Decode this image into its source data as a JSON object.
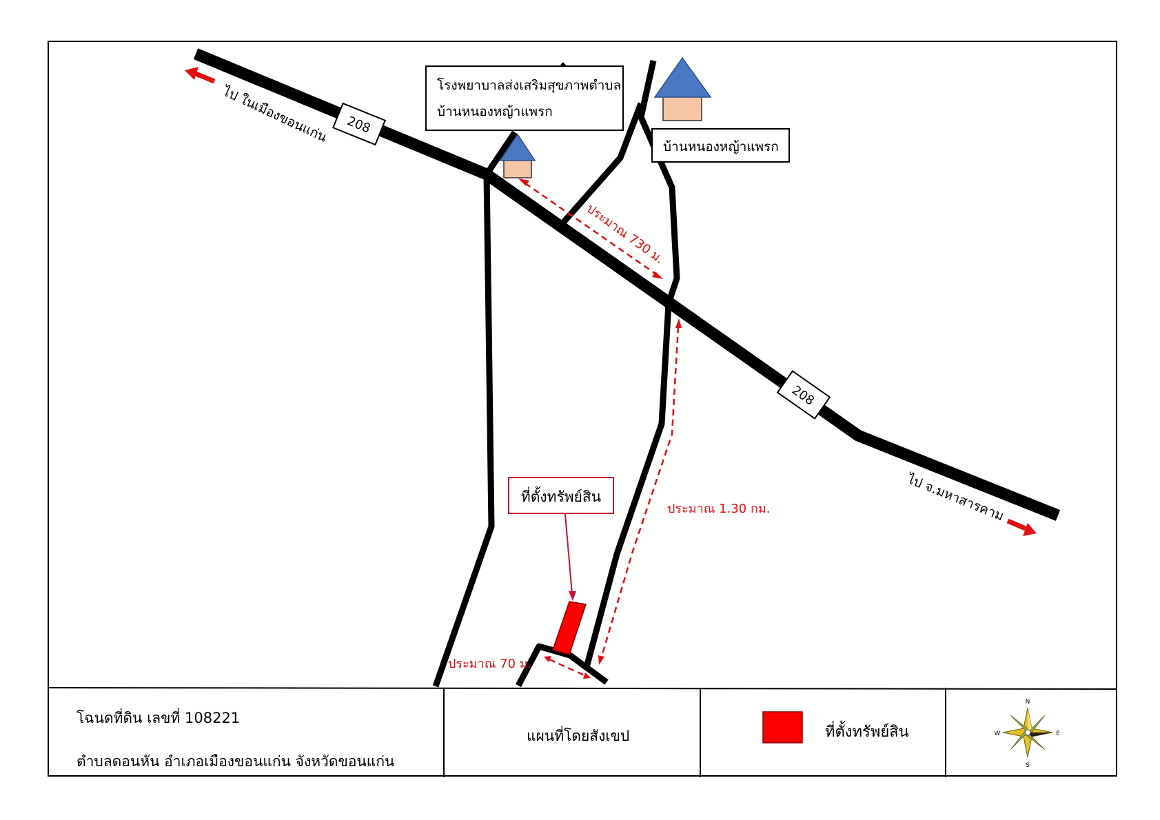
{
  "map": {
    "road_number_nw": "208",
    "road_number_se": "208",
    "dest_nw": "ไป ในเมืองขอนแก่น",
    "dest_se": "ไป จ.มหาสารคาม",
    "hospital_line1": "โรงพยาบาลส่งเสริมสุขภาพตำบล",
    "hospital_line2": "บ้านหนองหญ้าแพรก",
    "village": "บ้านหนองหญ้าแพรก",
    "dist_730": "ประมาณ 730 ม.",
    "dist_130": "ประมาณ 1.30 กม.",
    "dist_70": "ประมาณ 70 ม.",
    "property_label": "ที่ตั้งทรัพย์สิน",
    "property_color": "#ff0000",
    "road_color": "#000000",
    "house_roof_color": "#4a78c2",
    "house_body_color": "#f5c6a5",
    "dash_color": "#e01010"
  },
  "footer": {
    "deed_line1": "โฉนดที่ดิน เลขที่ 108221",
    "deed_line2": "ตำบลดอนหัน อำเภอเมืองขอนแก่น  จังหวัดขอนแก่น",
    "map_title": "แผนที่โดยสังเขป",
    "legend_label": "ที่ตั้งทรัพย์สิน",
    "compass": {
      "n": "N",
      "s": "S",
      "e": "E",
      "w": "W"
    }
  }
}
